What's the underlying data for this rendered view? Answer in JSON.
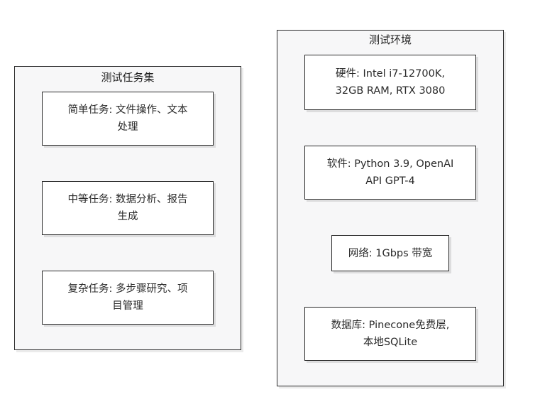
{
  "left_group": {
    "title": "测试任务集",
    "nodes": [
      {
        "label": "简单任务: 文件操作、文本\n处理"
      },
      {
        "label": "中等任务: 数据分析、报告\n生成"
      },
      {
        "label": "复杂任务: 多步骤研究、项\n目管理"
      }
    ]
  },
  "right_group": {
    "title": "测试环境",
    "nodes": [
      {
        "label": "硬件: Intel i7-12700K,\n32GB RAM, RTX 3080"
      },
      {
        "label": "软件: Python 3.9, OpenAI\nAPI GPT-4"
      },
      {
        "label": "网络: 1Gbps 带宽"
      },
      {
        "label": "数据库: Pinecone免费层,\n本地SQLite"
      }
    ]
  }
}
